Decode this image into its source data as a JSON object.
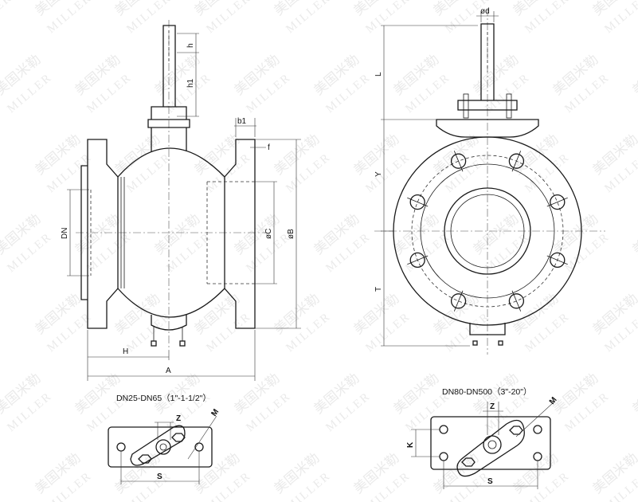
{
  "watermark": {
    "cn": "美国米勒",
    "en": "MILLER"
  },
  "captions": {
    "small_size": "DN25-DN65（1\"-1-1/2\"）",
    "large_size": "DN80-DN500（3\"-20\"）"
  },
  "dims": {
    "h": "h",
    "h1": "h1",
    "b1": "b1",
    "f": "f",
    "dn": "DN",
    "phi_c": "øC",
    "phi_b": "øB",
    "H": "H",
    "A": "A",
    "phi_d": "ød",
    "L": "L",
    "Y": "Y",
    "T": "T",
    "Z": "Z",
    "M": "M",
    "S": "S",
    "K": "K"
  },
  "colors": {
    "line": "#1a1a1a",
    "watermark": "#d9d9d9"
  }
}
